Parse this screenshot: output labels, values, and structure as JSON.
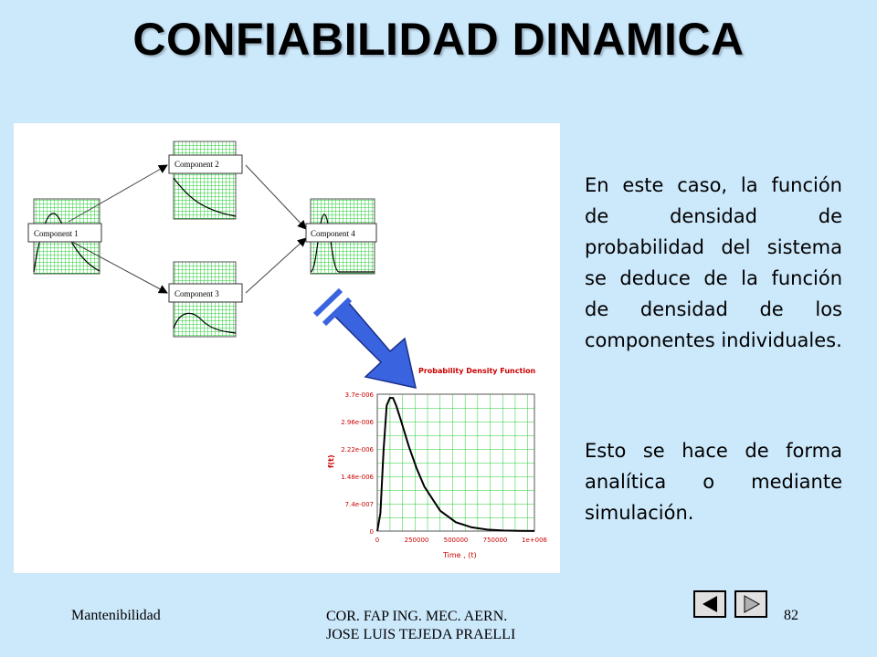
{
  "slide": {
    "title": "CONFIABILIDAD DINAMICA",
    "paragraphs": [
      "En este caso, la función de densidad de probabilidad del sistema se deduce de la función de densidad de los componentes individuales.",
      "Esto se hace de forma analítica o mediante simulación."
    ]
  },
  "diagram": {
    "components": [
      "Component 1",
      "Component 2",
      "Component 3",
      "Component 4"
    ],
    "grid_color": "#22cc33",
    "arrow_color": "#3a63e0"
  },
  "chart_data": {
    "type": "line",
    "title": "Probability Density Function",
    "xlabel": "Time , (t)",
    "ylabel": "f(t)",
    "x_ticks": [
      "0",
      "250000",
      "500000",
      "750000",
      "1e+006"
    ],
    "y_ticks": [
      "0",
      "7.4e-007",
      "1.48e-006",
      "2.22e-006",
      "2.96e-006",
      "3.7e-006"
    ],
    "xlim": [
      0,
      1000000
    ],
    "ylim": [
      0,
      3.7e-06
    ],
    "series": [
      {
        "x": [
          0,
          20000,
          40000,
          60000,
          80000,
          100000,
          120000,
          150000,
          200000,
          250000,
          300000,
          400000,
          500000,
          600000,
          700000,
          800000,
          900000,
          1000000
        ],
        "y": [
          0,
          4.8e-07,
          2.2e-06,
          3.4e-06,
          3.6e-06,
          3.6e-06,
          3.4e-06,
          3e-06,
          2.3e-06,
          1.7e-06,
          1.2e-06,
          5.5e-07,
          2.4e-07,
          1e-07,
          4e-08,
          1.5e-08,
          5e-09,
          2e-09
        ]
      }
    ],
    "colors": {
      "curve": "#000000",
      "grid": "#22cc33",
      "labels": "#cc0000"
    }
  },
  "footer": {
    "left": "Mantenibilidad",
    "center_line1": "COR. FAP ING. MEC. AERN.",
    "center_line2": "JOSE  LUIS TEJEDA PRAELLI",
    "page": "82"
  },
  "nav": {
    "prev_icon": "triangle-left-icon",
    "next_icon": "triangle-right-icon"
  }
}
